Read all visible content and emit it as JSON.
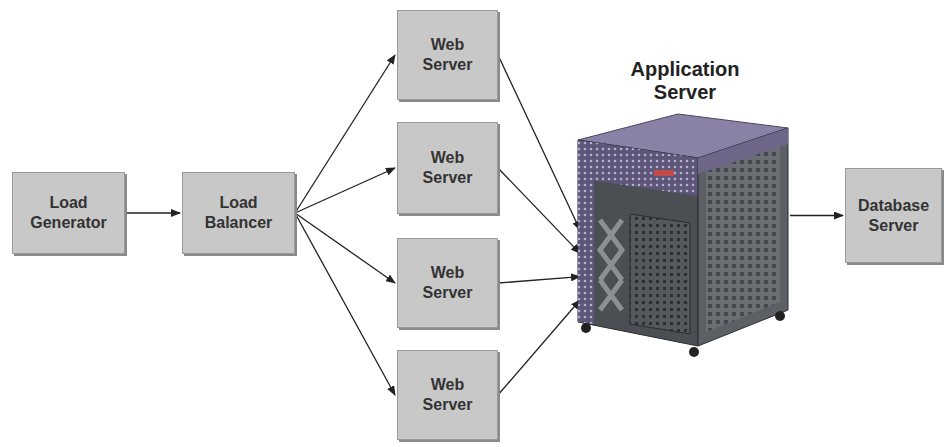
{
  "diagram": {
    "nodes": [
      {
        "text": [
          "Load Generator"
        ]
      },
      {
        "text": [
          "Load Balancer"
        ]
      },
      {
        "text": [
          "Web Server"
        ]
      },
      {
        "text": [
          "Web Server"
        ]
      },
      {
        "text": [
          "Web Server"
        ]
      },
      {
        "text": [
          "Web Server"
        ]
      },
      {
        "text": [
          "Application Server"
        ]
      },
      {
        "text": [
          "Database Server"
        ]
      }
    ],
    "edges": [
      {
        "from": 0,
        "to": 1,
        "arrow": "to"
      },
      {
        "from": 1,
        "to": 2,
        "arrow": "to"
      },
      {
        "from": 1,
        "to": 3,
        "arrow": "to"
      },
      {
        "from": 1,
        "to": 4,
        "arrow": "to"
      },
      {
        "from": 1,
        "to": 5,
        "arrow": "to"
      },
      {
        "from": 2,
        "to": 6,
        "arrow": "to"
      },
      {
        "from": 3,
        "to": 6,
        "arrow": "to"
      },
      {
        "from": 4,
        "to": 6,
        "arrow": "to"
      },
      {
        "from": 5,
        "to": 6,
        "arrow": "to"
      },
      {
        "from": 6,
        "to": 7,
        "arrow": "to"
      }
    ]
  }
}
